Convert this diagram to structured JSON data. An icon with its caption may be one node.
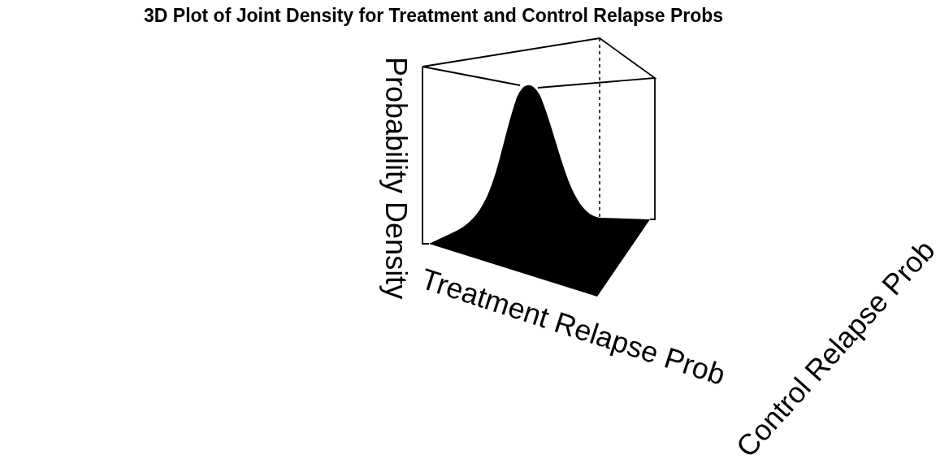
{
  "diagram": {
    "title": "3D Plot of Joint Density for Treatment and Control Relapse Probs",
    "labels": [
      "Probability Density",
      "Treatment Relapse Prob",
      "Control Relapse Prob"
    ]
  }
}
